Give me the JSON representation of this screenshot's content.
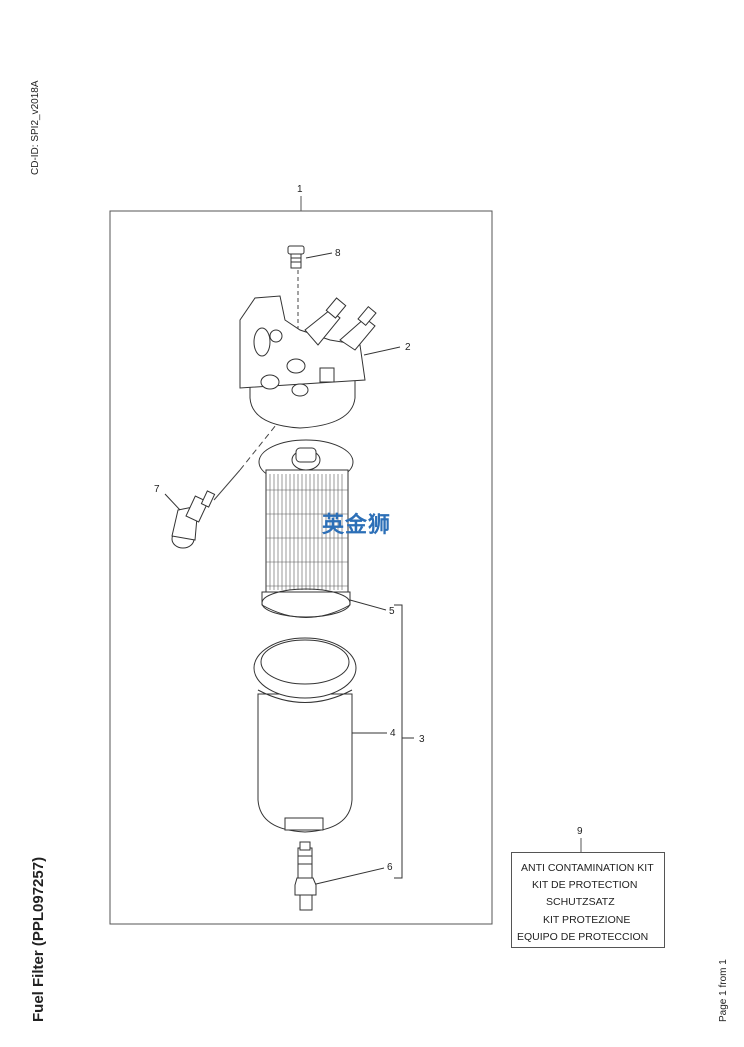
{
  "header": {
    "cd_id": "CD-ID: SPI2_v2018A"
  },
  "page": {
    "title": "Fuel Filter (PPL097257)",
    "pager": "Page 1 from 1"
  },
  "callouts": {
    "c1": "1",
    "c2": "2",
    "c3": "3",
    "c4": "4",
    "c5": "5",
    "c6": "6",
    "c7": "7",
    "c8": "8",
    "c9": "9"
  },
  "kit_box": {
    "lines": [
      "ANTI CONTAMINATION KIT",
      "KIT DE PROTECTION",
      "SCHUTZSATZ",
      "KIT PROTEZIONE",
      "EQUIPO DE PROTECCION"
    ]
  },
  "watermark": "英金狮"
}
